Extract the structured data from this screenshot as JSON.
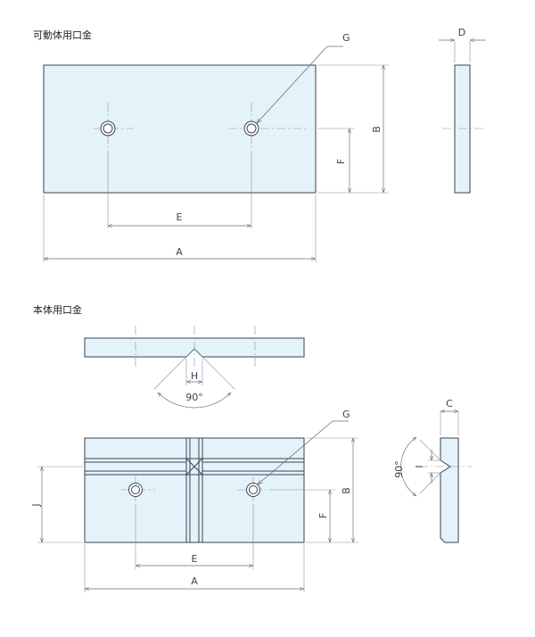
{
  "titles": {
    "movable": "可動体用口金",
    "body": "本体用口金"
  },
  "labels": {
    "A": "A",
    "B": "B",
    "C": "C",
    "D": "D",
    "E": "E",
    "F": "F",
    "G": "G",
    "H": "H",
    "I": "I",
    "J": "J",
    "angle": "90°"
  }
}
